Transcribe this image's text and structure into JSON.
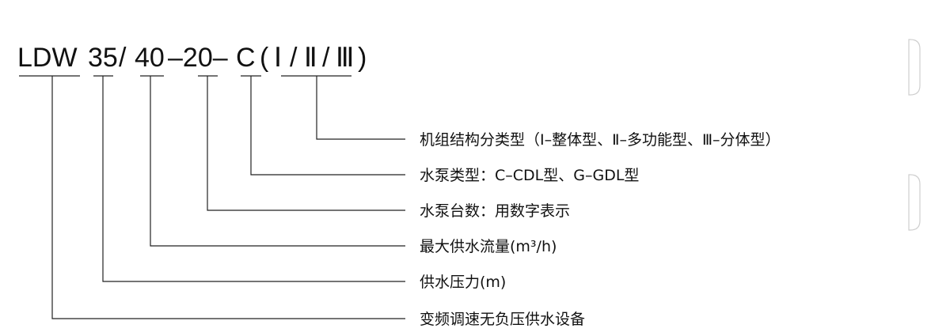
{
  "model_code": {
    "segments": [
      "LDW",
      "35",
      "/",
      "40",
      "–20–",
      "C",
      "(",
      "Ⅰ",
      "/",
      "Ⅱ",
      "/",
      "Ⅲ",
      ")"
    ]
  },
  "descriptions": [
    "机组结构分类型（Ⅰ–整体型、Ⅱ–多功能型、Ⅲ–分体型）",
    "水泵类型：C–CDL型、G–GDL型",
    "水泵台数：用数字表示",
    "最大供水流量(m³/h)",
    "供水压力(m)",
    "变频调速无负压供水设备"
  ]
}
